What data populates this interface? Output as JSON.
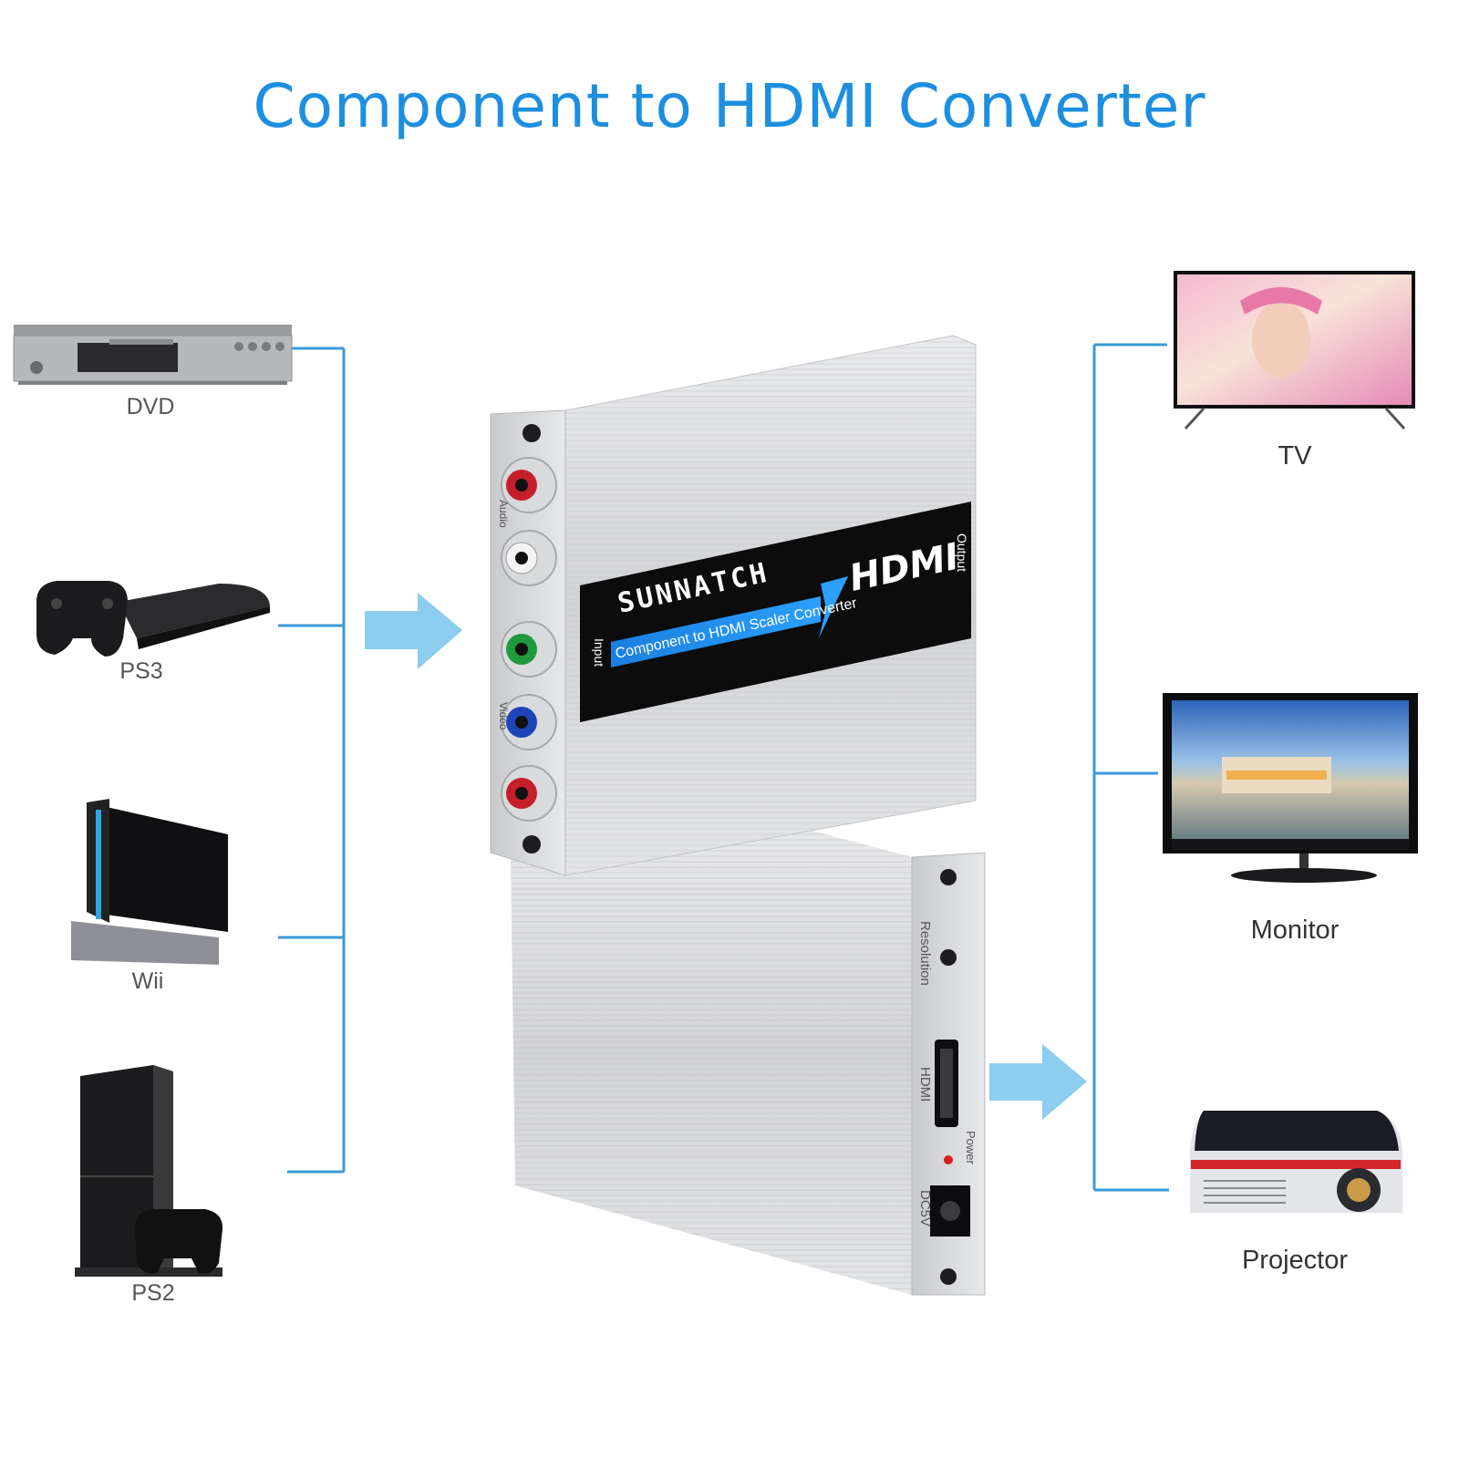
{
  "title": "Component to HDMI Converter",
  "sources": [
    {
      "label": "DVD",
      "icon": "dvd-player-icon"
    },
    {
      "label": "PS3",
      "icon": "ps3-console-icon"
    },
    {
      "label": "Wii",
      "icon": "wii-console-icon"
    },
    {
      "label": "PS2",
      "icon": "ps2-console-icon"
    }
  ],
  "outputs": [
    {
      "label": "TV",
      "icon": "tv-icon"
    },
    {
      "label": "Monitor",
      "icon": "monitor-icon"
    },
    {
      "label": "Projector",
      "icon": "projector-icon"
    }
  ],
  "device": {
    "brand": "SUNNATCH",
    "product": "Component to HDMI Scaler Converter",
    "logo": "HDMI",
    "input_label": "Input",
    "output_label": "Output",
    "audio_label": "Audio",
    "video_label": "Video",
    "resolution_label": "Resolution",
    "hdmi_port_label": "HDMI",
    "power_label": "Power",
    "dc_label": "DC5V"
  },
  "colors": {
    "title": "#1d8fe0",
    "line": "#3a9ad9",
    "arrow": "#8ccdf0",
    "panel": "#0c0c0c",
    "aluminum": "#d8d9db"
  }
}
